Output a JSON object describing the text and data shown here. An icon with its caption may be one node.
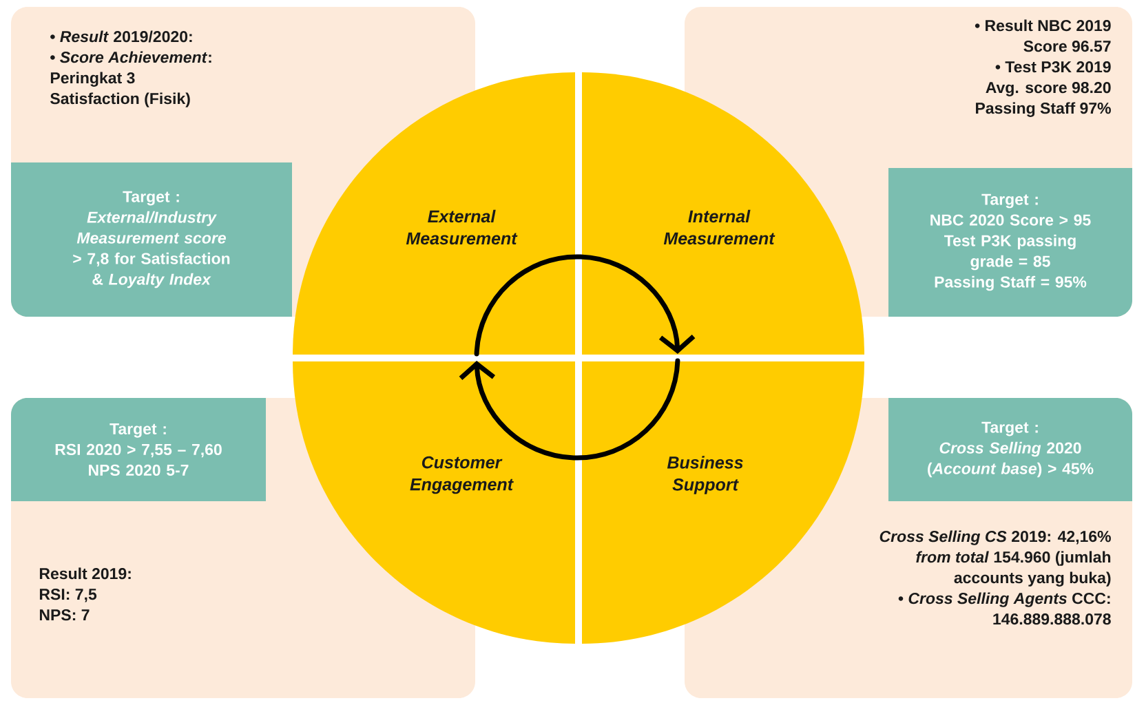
{
  "diagram": {
    "nodes": [
      {
        "text": [
          "• *Result* 2019/2020:",
          "• *Score Achievement*: Peringkat 3 Satisfaction (Fisik)"
        ]
      },
      {
        "text": [
          "Target :",
          "*External/Industry Measurement score* > 7,8 for Satisfaction & *Loyalty Index*"
        ],
        "in": 0
      },
      {
        "text": [
          "External Measurement"
        ]
      },
      {
        "text": [
          "Internal Measurement"
        ]
      },
      {
        "text": [
          "• Result NBC 2019 Score 96.57",
          "• Test P3K 2019 Avg. score 98.20 Passing Staff 97%"
        ]
      },
      {
        "text": [
          "Target :",
          "NBC 2020 Score > 95",
          "Test P3K passing grade = 85",
          "Passing Staff = 95%"
        ],
        "in": 4
      },
      {
        "text": [
          "Result 2019:",
          "RSI: 7,5",
          "NPS: 7"
        ]
      },
      {
        "text": [
          "Target :",
          "RSI 2020 > 7,55 – 7,60",
          "NPS 2020 5-7"
        ],
        "in": 6
      },
      {
        "text": [
          "Customer Engagement"
        ]
      },
      {
        "text": [
          "Business Support"
        ]
      },
      {
        "text": [
          "*Cross Selling CS* 2019: 42,16% *from total* 154.960 (jumlah accounts yang buka)",
          "• *Cross Selling Agents* CCC: 146.889.888.078"
        ]
      },
      {
        "text": [
          "Target :",
          "*Cross Selling* 2020 (*Account base*) > 45%"
        ],
        "in": 10
      }
    ],
    "edges": [
      {
        "from": 2,
        "to": 3,
        "arrow": "to"
      },
      {
        "from": 9,
        "to": 8,
        "arrow": "to"
      }
    ]
  }
}
